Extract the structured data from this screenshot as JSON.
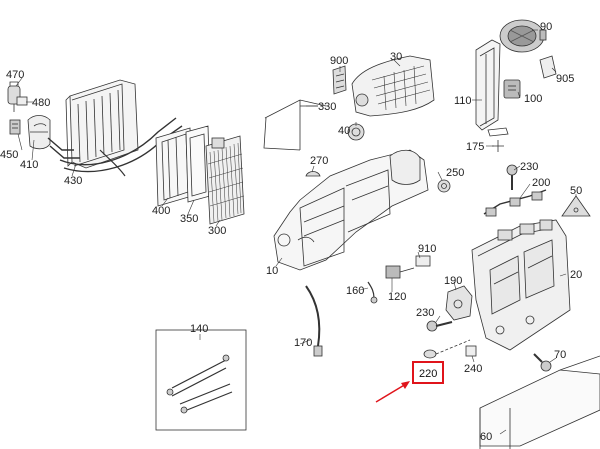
{
  "diagram": {
    "labels": {
      "l470": "470",
      "l480": "480",
      "l450": "450",
      "l410": "410",
      "l430": "430",
      "l400": "400",
      "l350": "350",
      "l300": "300",
      "l900": "900",
      "l30": "30",
      "l330": "330",
      "l40": "40",
      "l110": "110",
      "l90": "90",
      "l905": "905",
      "l100": "100",
      "l175": "175",
      "l270": "270",
      "l230a": "230",
      "l200": "200",
      "l250": "250",
      "l50": "50",
      "l10": "10",
      "l910": "910",
      "l160": "160",
      "l120": "120",
      "l190": "190",
      "l20": "20",
      "l230b": "230",
      "l170": "170",
      "l140": "140",
      "l70": "70",
      "l240": "240",
      "l60": "60"
    },
    "highlight": {
      "label": "220",
      "box_color": "#e0141b",
      "arrow_color": "#e0141b"
    }
  }
}
